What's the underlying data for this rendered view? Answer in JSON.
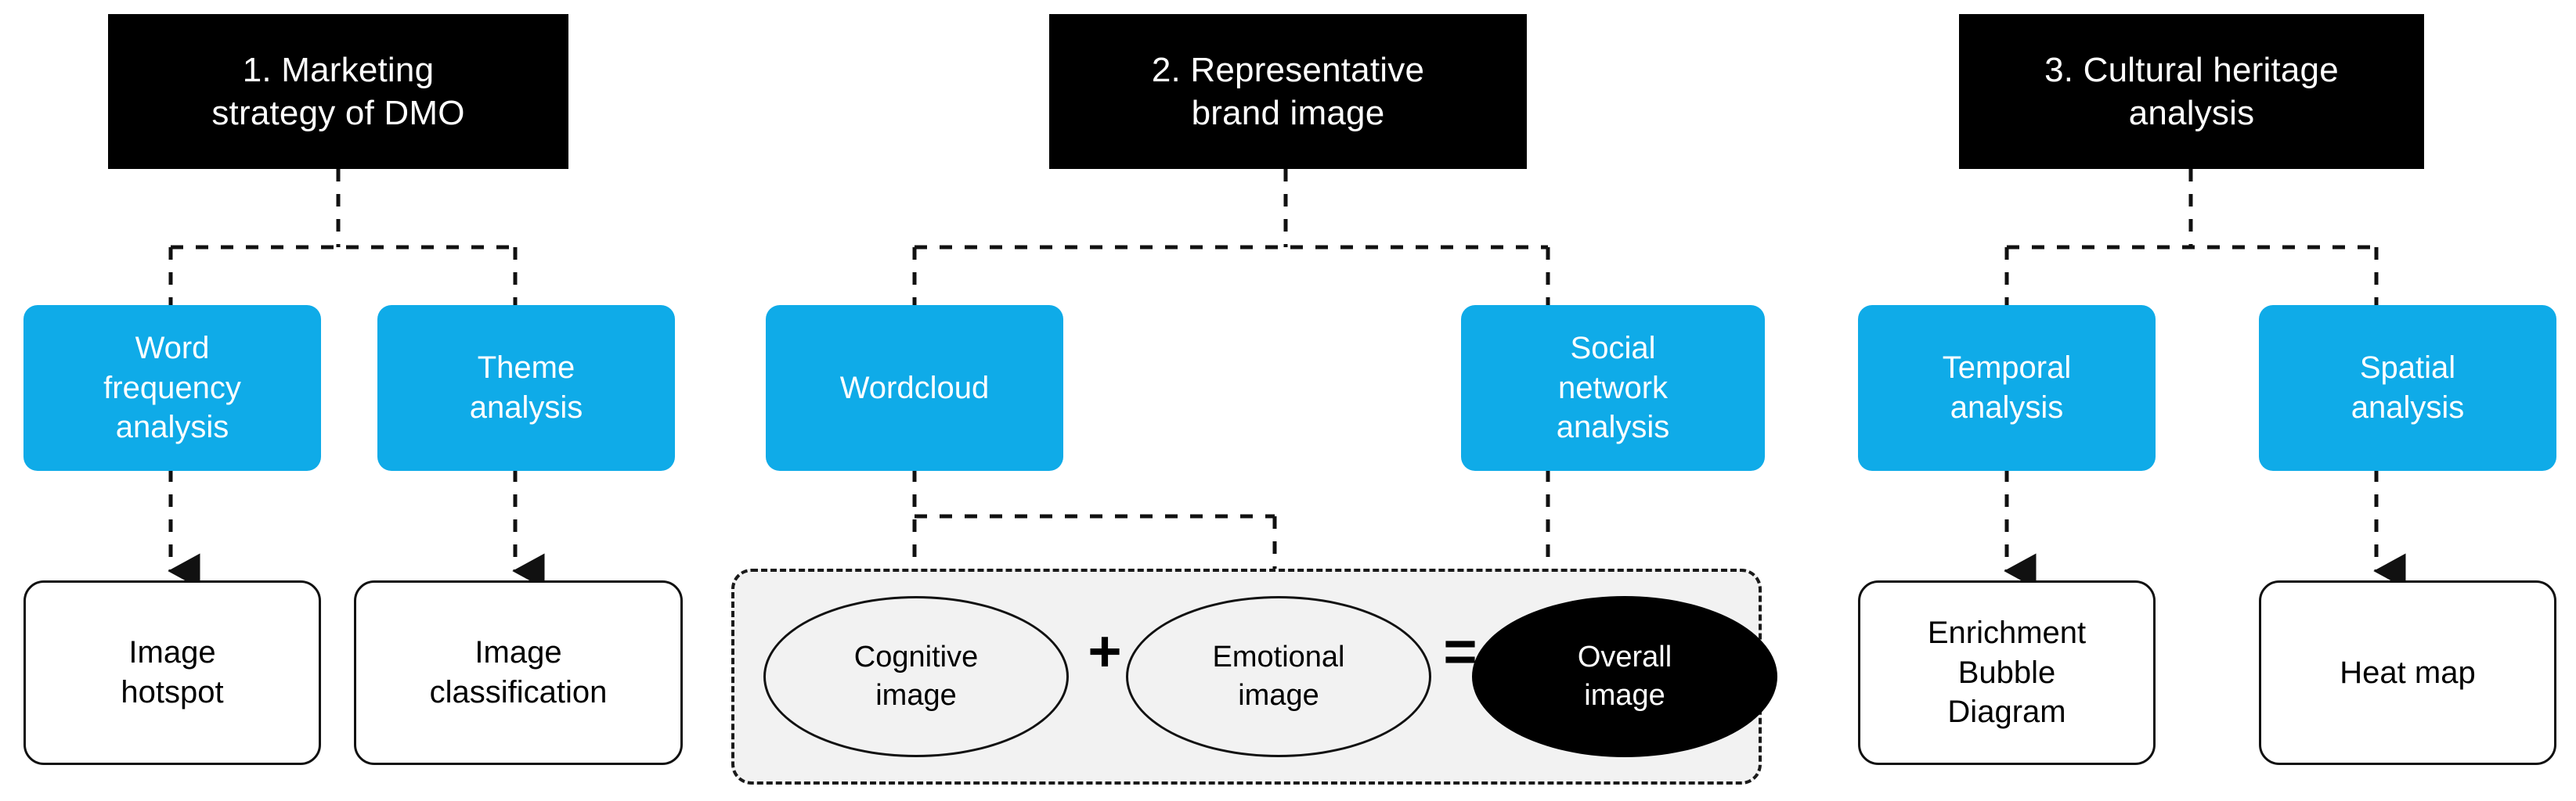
{
  "diagram": {
    "title_note": "Three-pillar tourism analytics methodology flowchart",
    "colors": {
      "header_fill": "#000000",
      "header_text": "#FFFFFF",
      "method_fill": "#0FABE8",
      "method_text": "#FFFFFF",
      "output_fill": "#FFFFFF",
      "output_stroke": "#111111",
      "group_fill": "#F2F2F2",
      "group_stroke": "#1A1A1A",
      "connector": "#111111"
    },
    "columns": [
      {
        "header": "1. Marketing strategy of DMO",
        "header_lines": [
          "1. Marketing",
          "strategy of DMO"
        ],
        "methods": [
          {
            "label": "Word frequency analysis",
            "lines": [
              "Word",
              "frequency",
              "analysis"
            ]
          },
          {
            "label": "Theme analysis",
            "lines": [
              "Theme",
              "analysis"
            ]
          }
        ],
        "outputs": [
          {
            "label": "Image hotspot",
            "lines": [
              "Image",
              "hotspot"
            ]
          },
          {
            "label": "Image classification",
            "lines": [
              "Image",
              "classification"
            ]
          }
        ]
      },
      {
        "header": "2. Representative brand image",
        "header_lines": [
          "2. Representative",
          "brand image"
        ],
        "methods": [
          {
            "label": "Wordcloud",
            "lines": [
              "Wordcloud"
            ]
          },
          {
            "label": "Social network analysis",
            "lines": [
              "Social",
              "network",
              "analysis"
            ]
          }
        ],
        "group": {
          "equation": "Cognitive image + Emotional image = Overall image",
          "nodes": [
            {
              "label": "Cognitive image",
              "lines": [
                "Cognitive",
                "image"
              ],
              "style": "open"
            },
            {
              "label": "Emotional image",
              "lines": [
                "Emotional",
                "image"
              ],
              "style": "open"
            },
            {
              "label": "Overall image",
              "lines": [
                "Overall",
                "image"
              ],
              "style": "filled"
            }
          ],
          "operators": [
            {
              "symbol": "+",
              "name": "plus"
            },
            {
              "symbol": "=",
              "name": "equals"
            }
          ]
        }
      },
      {
        "header": "3. Cultural heritage analysis",
        "header_lines": [
          "3. Cultural heritage",
          "analysis"
        ],
        "methods": [
          {
            "label": "Temporal analysis",
            "lines": [
              "Temporal",
              "analysis"
            ]
          },
          {
            "label": "Spatial analysis",
            "lines": [
              "Spatial",
              "analysis"
            ]
          }
        ],
        "outputs": [
          {
            "label": "Enrichment Bubble Diagram",
            "lines": [
              "Enrichment",
              "Bubble",
              "Diagram"
            ]
          },
          {
            "label": "Heat map",
            "lines": [
              "Heat map"
            ]
          }
        ]
      }
    ],
    "nodes": {
      "c1_header_l1": "1. Marketing",
      "c1_header_l2": "strategy of DMO",
      "c1_m1_l1": "Word",
      "c1_m1_l2": "frequency",
      "c1_m1_l3": "analysis",
      "c1_m2_l1": "Theme",
      "c1_m2_l2": "analysis",
      "c1_o1_l1": "Image",
      "c1_o1_l2": "hotspot",
      "c1_o2_l1": "Image",
      "c1_o2_l2": "classification",
      "c2_header_l1": "2. Representative",
      "c2_header_l2": "brand image",
      "c2_m1_l1": "Wordcloud",
      "c2_m2_l1": "Social",
      "c2_m2_l2": "network",
      "c2_m2_l3": "analysis",
      "c2_e1_l1": "Cognitive",
      "c2_e1_l2": "image",
      "c2_e2_l1": "Emotional",
      "c2_e2_l2": "image",
      "c2_e3_l1": "Overall",
      "c2_e3_l2": "image",
      "c2_op_plus": "+",
      "c2_op_equals": "=",
      "c3_header_l1": "3. Cultural heritage",
      "c3_header_l2": "analysis",
      "c3_m1_l1": "Temporal",
      "c3_m1_l2": "analysis",
      "c3_m2_l1": "Spatial",
      "c3_m2_l2": "analysis",
      "c3_o1_l1": "Enrichment",
      "c3_o1_l2": "Bubble",
      "c3_o1_l3": "Diagram",
      "c3_o2_l1": "Heat map"
    }
  }
}
